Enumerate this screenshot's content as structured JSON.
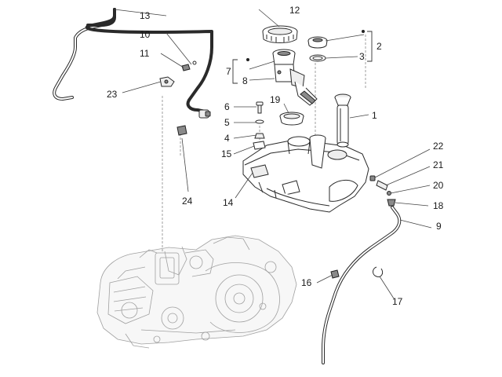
{
  "callouts": [
    {
      "id": "c1",
      "text": "1"
    },
    {
      "id": "c2",
      "text": "2"
    },
    {
      "id": "c3",
      "text": "3"
    },
    {
      "id": "c4",
      "text": "4"
    },
    {
      "id": "c5",
      "text": "5"
    },
    {
      "id": "c6",
      "text": "6"
    },
    {
      "id": "c7",
      "text": "7"
    },
    {
      "id": "c8",
      "text": "8"
    },
    {
      "id": "c9",
      "text": "9"
    },
    {
      "id": "c10",
      "text": "10"
    },
    {
      "id": "c11",
      "text": "11"
    },
    {
      "id": "c12",
      "text": "12"
    },
    {
      "id": "c13",
      "text": "13"
    },
    {
      "id": "c14",
      "text": "14"
    },
    {
      "id": "c15",
      "text": "15"
    },
    {
      "id": "c16",
      "text": "16"
    },
    {
      "id": "c17",
      "text": "17"
    },
    {
      "id": "c18",
      "text": "18"
    },
    {
      "id": "c19",
      "text": "19"
    },
    {
      "id": "c20",
      "text": "20"
    },
    {
      "id": "c21",
      "text": "21"
    },
    {
      "id": "c22",
      "text": "22"
    },
    {
      "id": "c23",
      "text": "23"
    },
    {
      "id": "c24",
      "text": "24"
    }
  ],
  "parts": {
    "tank": "fuel-tank-icon",
    "pump": "fuel-pump-icon",
    "cap": "tank-cap-icon",
    "engine": "engine-icon"
  }
}
